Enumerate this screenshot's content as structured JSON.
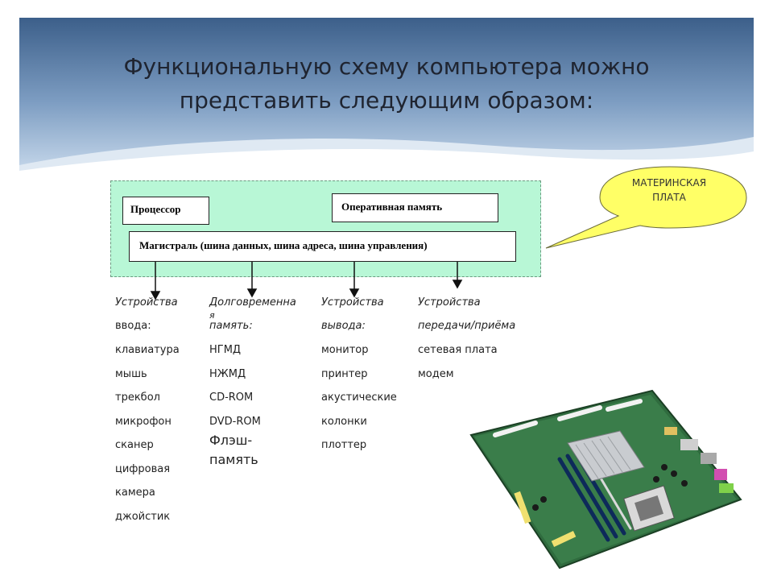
{
  "slide": {
    "title_lines": [
      "Функциональную схему компьютера можно",
      "представить следующим образом:"
    ]
  },
  "diagram": {
    "processor": "Процессор",
    "ram": "Оперативная память",
    "bus": "Магистраль (шина данных, шина адреса, шина управления)",
    "callout": [
      "МАТЕРИНСКАЯ",
      "ПЛАТА"
    ]
  },
  "columns": [
    {
      "heading": [
        "Устройства",
        "ввода:"
      ],
      "items": [
        "клавиатура",
        "мышь",
        "трекбол",
        "микрофон",
        "сканер",
        "цифровая",
        "камера",
        "джойстик"
      ]
    },
    {
      "heading": [
        "Долговременна",
        "я",
        "память:"
      ],
      "items": [
        "НГМД",
        "НЖМД",
        "CD-ROM",
        "DVD-ROM"
      ],
      "extra": [
        "Флэш-",
        "память"
      ]
    },
    {
      "heading": [
        "Устройства",
        "вывода:"
      ],
      "items": [
        "монитор",
        "принтер",
        "акустические",
        "колонки",
        "плоттер"
      ]
    },
    {
      "heading": [
        "Устройства",
        "передачи/приёма"
      ],
      "items": [
        "сетевая плата",
        "модем"
      ]
    }
  ],
  "colors": {
    "header_top": "#3c5f8a",
    "header_bottom": "#a9c4de",
    "board_fill": "#b8f7d6",
    "callout_fill": "#ffff66",
    "arrow": "#111111"
  },
  "image": {
    "icon": "motherboard-photo"
  }
}
